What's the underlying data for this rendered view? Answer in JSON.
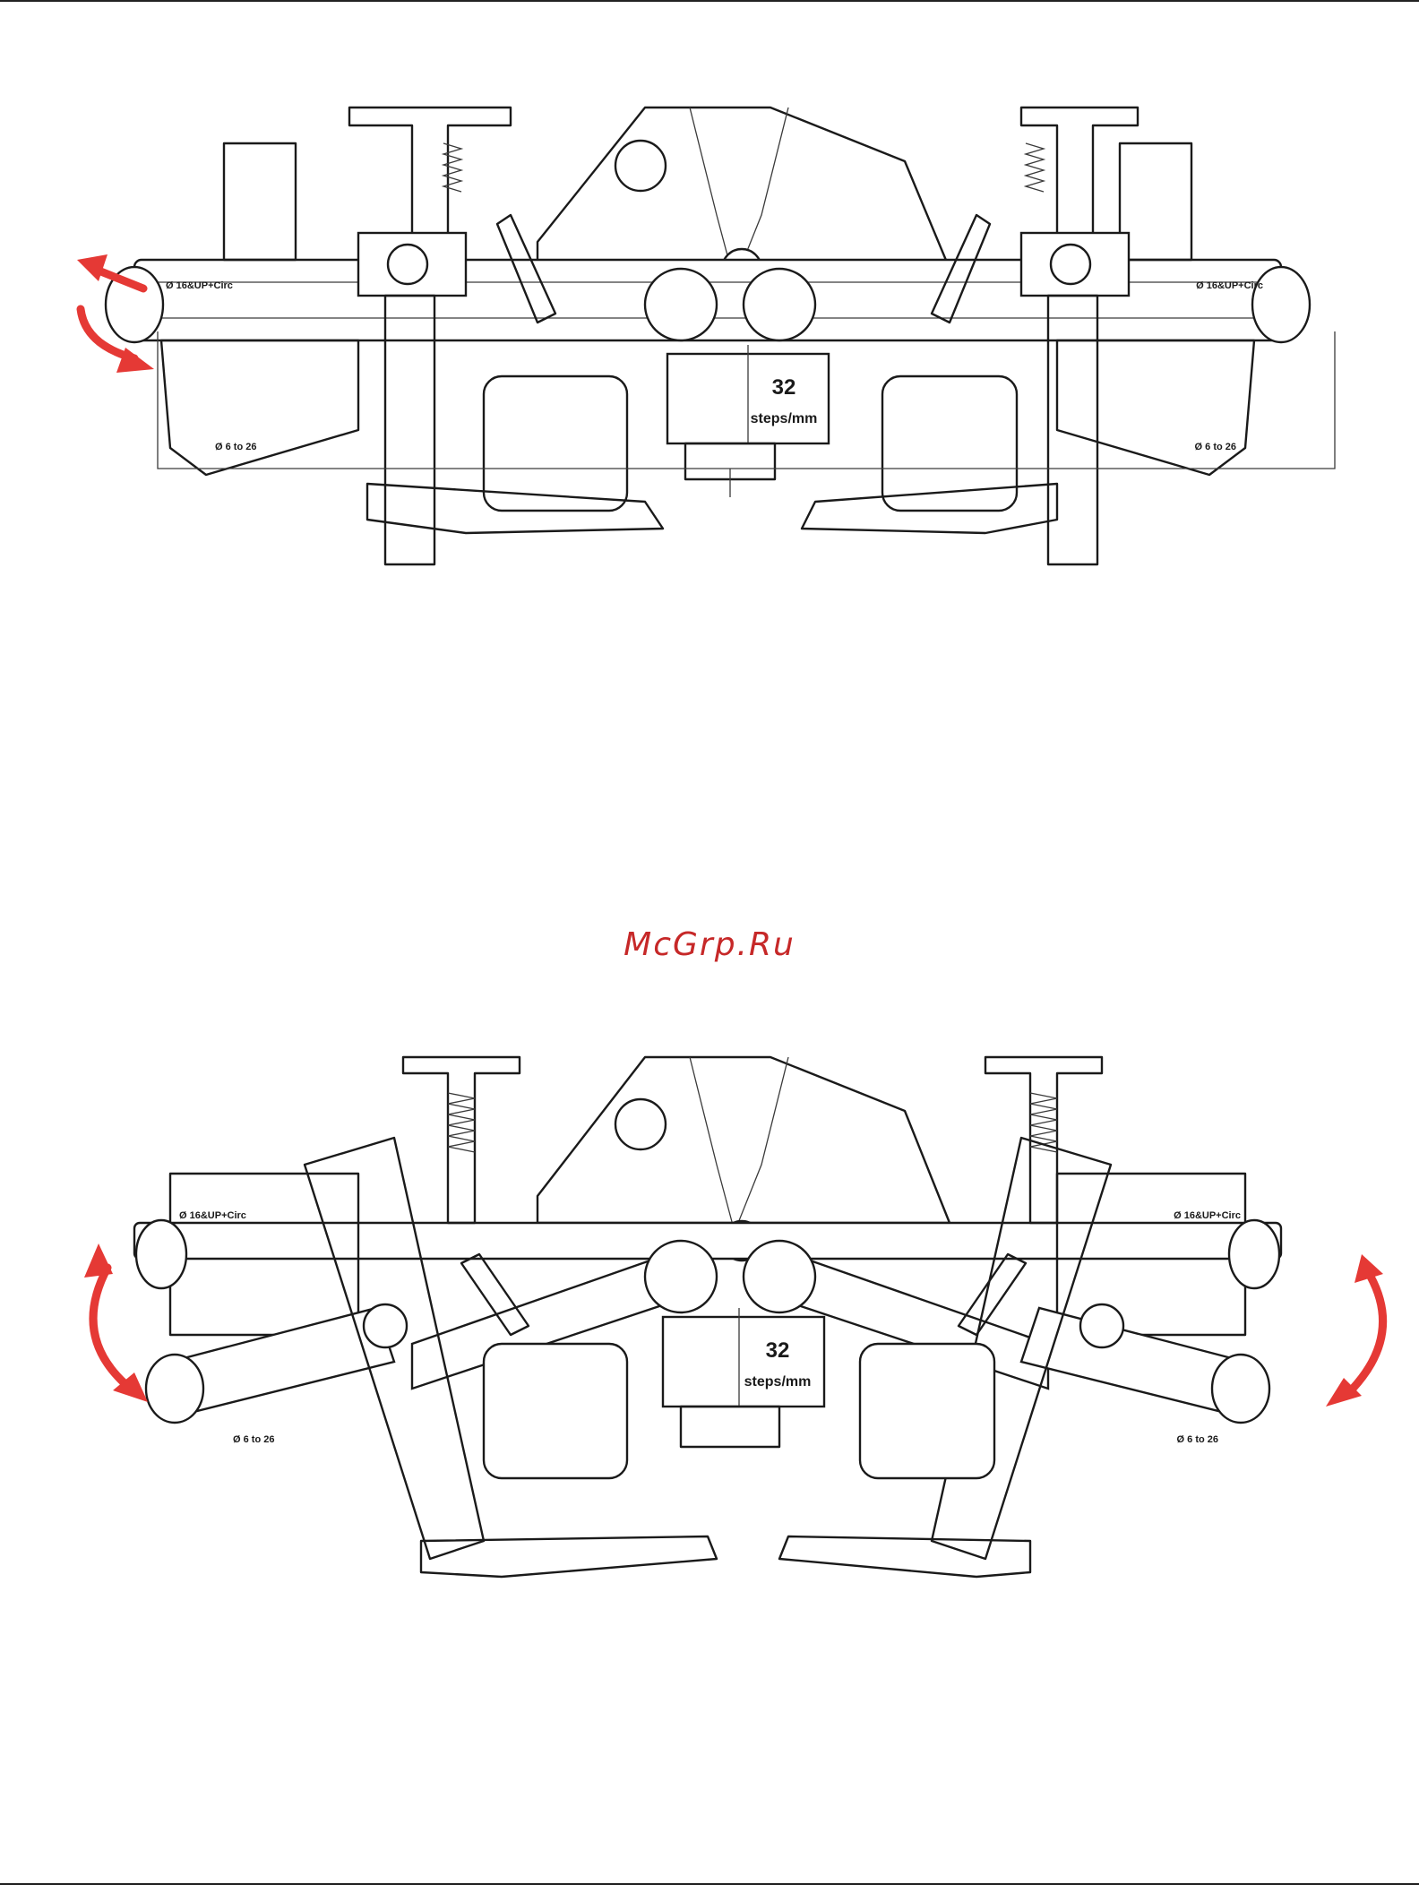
{
  "figure_top": {
    "gauge_value": "32",
    "gauge_unit": "steps/mm",
    "tag_right": "Ø 16&UP+Circ",
    "tag_left": "Ø 16&UP+Circ",
    "range_left": "Ø 6 to 26",
    "range_right": "Ø 6 to 26"
  },
  "figure_bottom": {
    "gauge_value": "32",
    "gauge_unit": "steps/mm",
    "tag_left": "Ø 16&UP+Circ",
    "tag_right": "Ø 16&UP+Circ",
    "range_left": "Ø 6 to 26",
    "range_right": "Ø 6 to 26"
  },
  "watermark": "McGrp.Ru",
  "colors": {
    "arrow": "#e53935",
    "line": "#1a1a1a",
    "watermark": "#c62828"
  }
}
